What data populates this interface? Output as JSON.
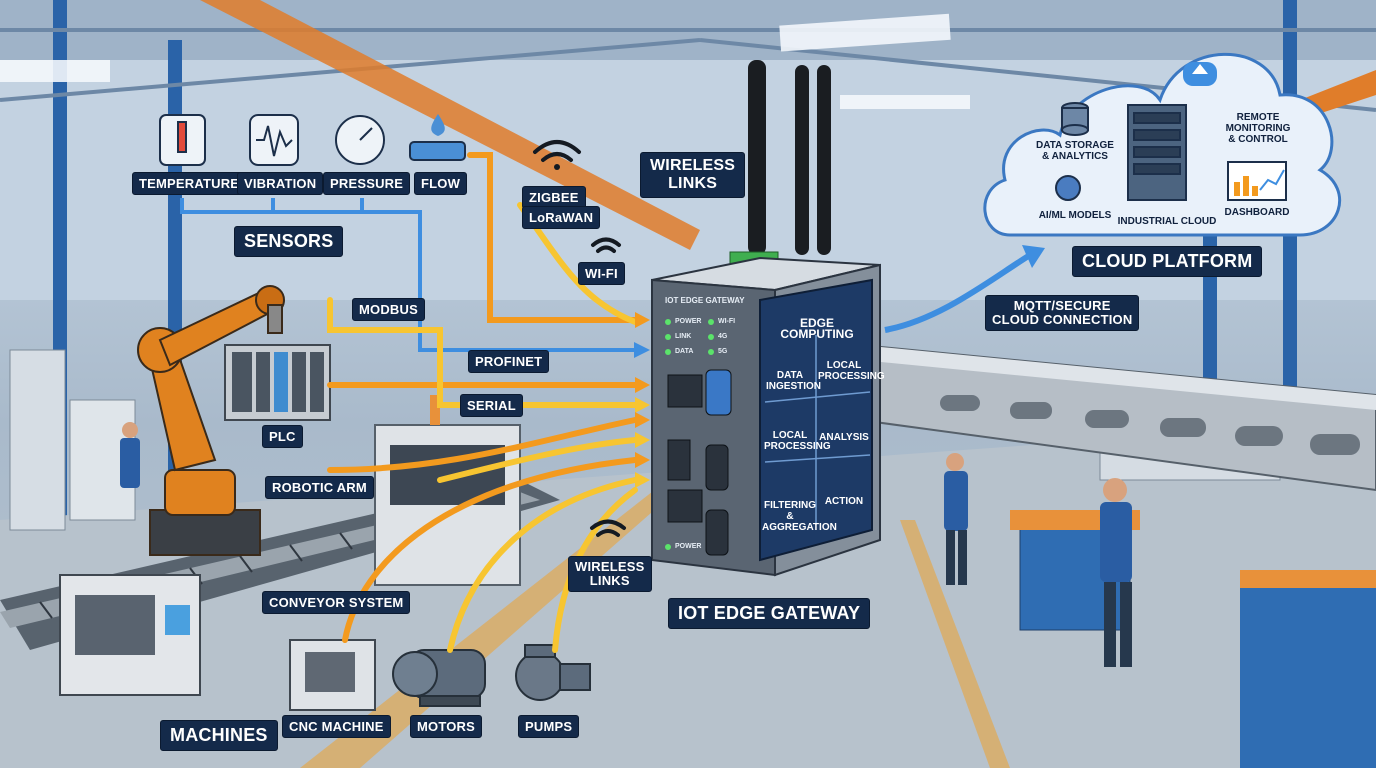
{
  "labels": {
    "sensors_heading": "SENSORS",
    "temperature": "TEMPERATURE",
    "vibration": "VIBRATION",
    "pressure": "PRESSURE",
    "flow": "FLOW",
    "zigbee": "ZIGBEE",
    "lorawan": "LoRaWAN",
    "wifi": "WI-FI",
    "wireless_links_top_1": "WIRELESS",
    "wireless_links_top_2": "LINKS",
    "wireless_links_bottom_1": "WIRELESS",
    "wireless_links_bottom_2": "LINKS",
    "modbus": "MODBUS",
    "profinet": "PROFINET",
    "serial": "SERIAL",
    "plc": "PLC",
    "robotic_arm": "ROBOTIC ARM",
    "conveyor_system": "CONVEYOR SYSTEM",
    "machines_heading": "MACHINES",
    "cnc_machine": "CNC MACHINE",
    "motors": "MOTORS",
    "pumps": "PUMPS",
    "gateway_caption": "IOT EDGE GATEWAY",
    "cloud_platform": "CLOUD PLATFORM",
    "mqtt_1": "MQTT/SECURE",
    "mqtt_2": "CLOUD CONNECTION"
  },
  "gateway": {
    "title": "IOT EDGE GATEWAY",
    "led_power": "POWER",
    "led_link": "LINK",
    "led_data": "DATA",
    "led_wifi": "WI-FI",
    "led_4g": "4G",
    "led_5g": "5G",
    "led_power_bottom": "POWER",
    "panel_title": "EDGE COMPUTING",
    "cells": [
      {
        "line1": "DATA",
        "line2": "INGESTION"
      },
      {
        "line1": "LOCAL",
        "line2": "PROCESSING"
      },
      {
        "line1": "LOCAL",
        "line2": "PROCESSING"
      },
      {
        "line1": "ANALYSIS",
        "line2": ""
      },
      {
        "line1": "FILTERING &",
        "line2": "AGGREGATION"
      },
      {
        "line1": "ACTION",
        "line2": ""
      }
    ]
  },
  "cloud": {
    "data_storage_1": "DATA STORAGE",
    "data_storage_2": "& ANALYTICS",
    "remote_1": "REMOTE",
    "remote_2": "MONITORING",
    "remote_3": "& CONTROL",
    "ai_ml": "AI/ML MODELS",
    "industrial_cloud": "INDUSTRIAL CLOUD",
    "dashboard": "DASHBOARD"
  },
  "colors": {
    "label_bg": "#142a4a",
    "arrow_orange": "#f39a1e",
    "arrow_yellow": "#f7c531",
    "arrow_blue": "#3e8ee0",
    "gateway_panel": "#1d3a66",
    "cloud_fill": "#e9f1fa"
  }
}
